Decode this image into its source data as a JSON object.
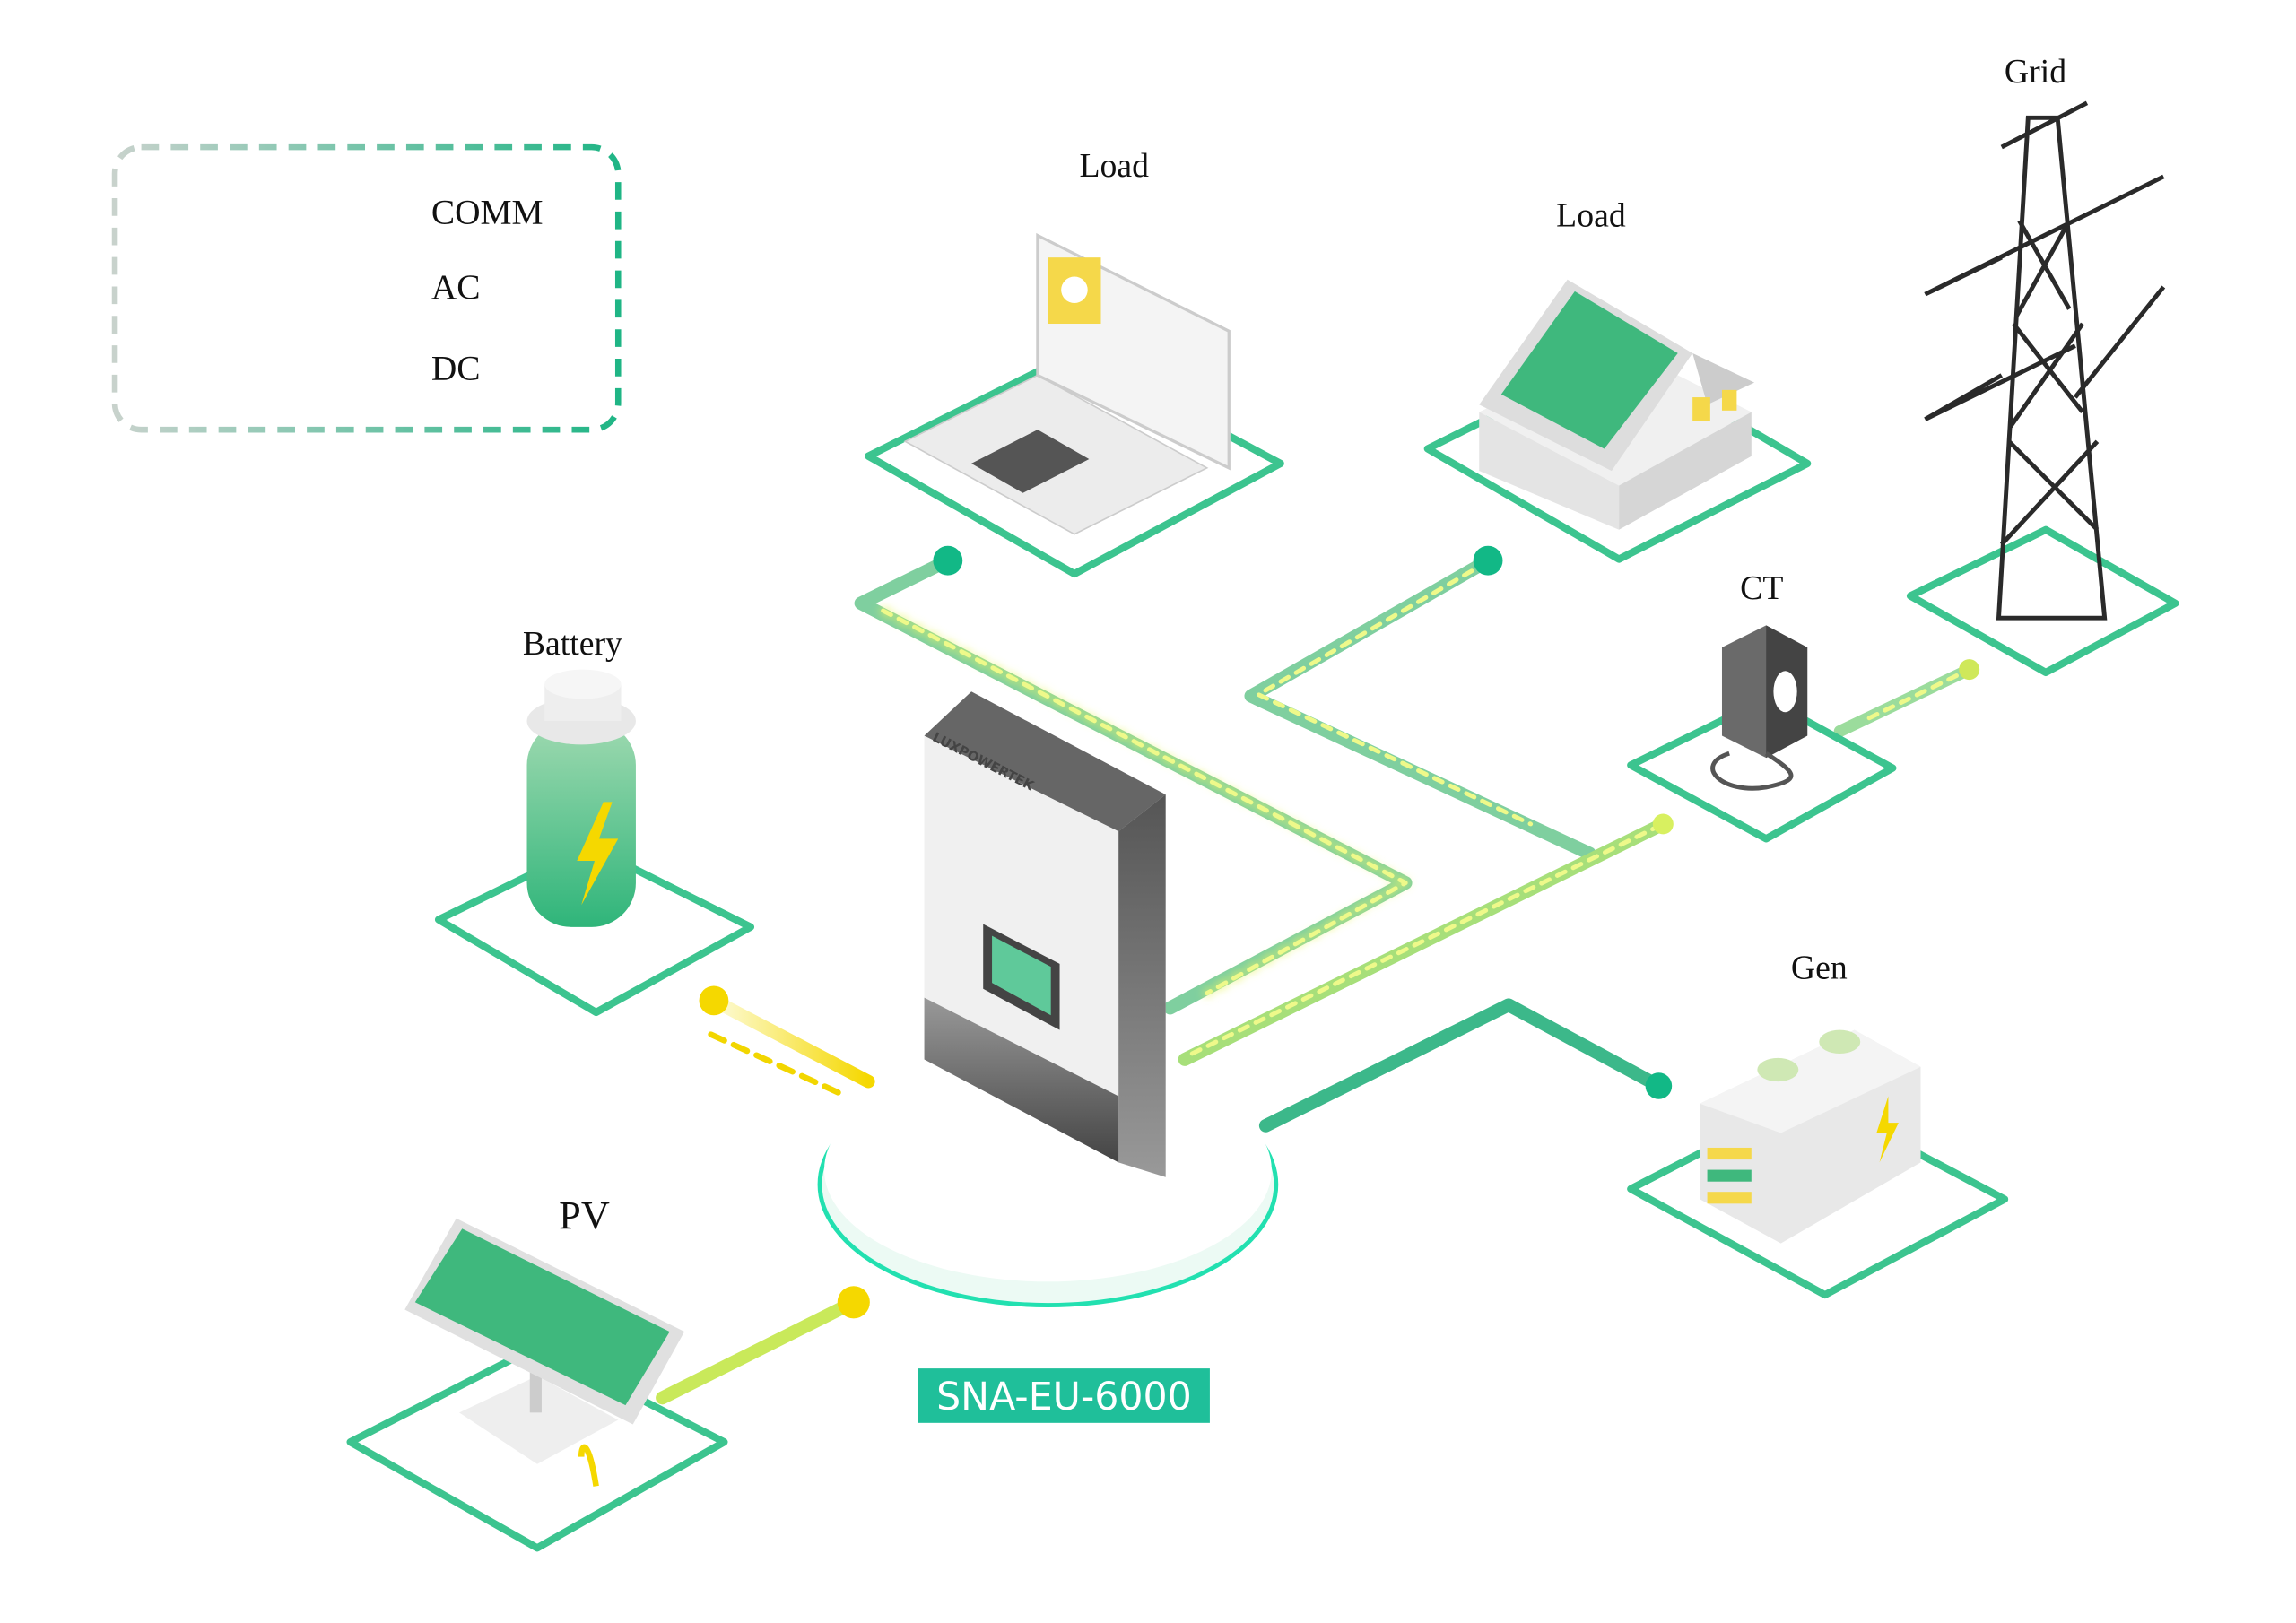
{
  "legend": {
    "items": [
      {
        "label": "COMM",
        "type": "dashed",
        "color": "#f2d600"
      },
      {
        "label": "AC",
        "type": "solid",
        "color": "#12b886"
      },
      {
        "label": "DC",
        "type": "solid",
        "color": "#f5d800"
      }
    ]
  },
  "nodes": {
    "load_laptop": "Load",
    "load_house": "Load",
    "grid": "Grid",
    "ct": "CT",
    "battery": "Battery",
    "gen": "Gen",
    "pv": "PV"
  },
  "inverter": {
    "brand": "LUXPOWERTEK",
    "model": "SNA-EU-6000"
  },
  "colors": {
    "accent": "#1fbf9a",
    "ac": "#12b886",
    "dc": "#f5d800",
    "platform_edge": "#3cc48f"
  }
}
